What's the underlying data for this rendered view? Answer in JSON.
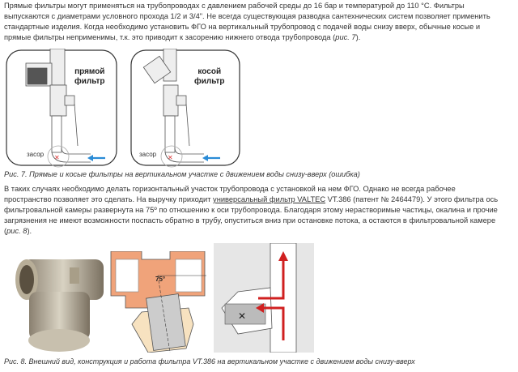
{
  "paragraph1": {
    "lines": [
      "Прямые фильтры могут применяться на трубопроводах с давлением рабочей среды до 16 бар и температурой до 110 °С. Фильтры",
      "выпускаются с диаметрами условного прохода 1/2 и 3/4\". Не всегда существующая разводка сантехнических систем позволяет применить",
      "стандартные изделия. Когда необходимо установить ФГО на вертикальный трубопровод с подачей воды снизу вверх, обычные косые и",
      "прямые фильтры неприменимы, т.к. это приводит к засорению нижнего отвода трубопровода ("
    ],
    "ref": "рис. 7",
    "ref_end": ")."
  },
  "figure7": {
    "left_label_1": "прямой",
    "left_label_2": "фильтр",
    "right_label_1": "косой",
    "right_label_2": "фильтр",
    "clog_label": "засор",
    "caption": "Рис. 7. Прямые и косые фильтры на вертикальном участке с движением воды снизу-вверх (ошибка)"
  },
  "paragraph2": {
    "line1": "В таких случаях необходимо делать горизонтальный участок трубопровода с установкой на нем ФГО. Однако не всегда рабочее",
    "line2_a": "пространство позволяет это сделать. На выручку приходит ",
    "link": "универсальный фильтр VALTEC",
    "line2_b": " VT.386 (патент № 2464479). У этого фильтра ось",
    "line3": "фильтровальной камеры развернута на 75º по отношению к оси трубопровода. Благодаря этому нерастворимые частицы, окалина и прочие",
    "line4": "загрязнения не имеют возможности поспасть обратно в трубу, опуститься вниз при остановке потока, а остаются в фильтровальной камере",
    "line5_a": "(",
    "ref": "рис. 8",
    "line5_b": ")."
  },
  "figure8": {
    "angle_label": "75°",
    "caption": "Рис. 8. Внешний вид, конструкция и работа фильтра VT.386 на вертикальном участке с движением воды снизу-вверх"
  }
}
